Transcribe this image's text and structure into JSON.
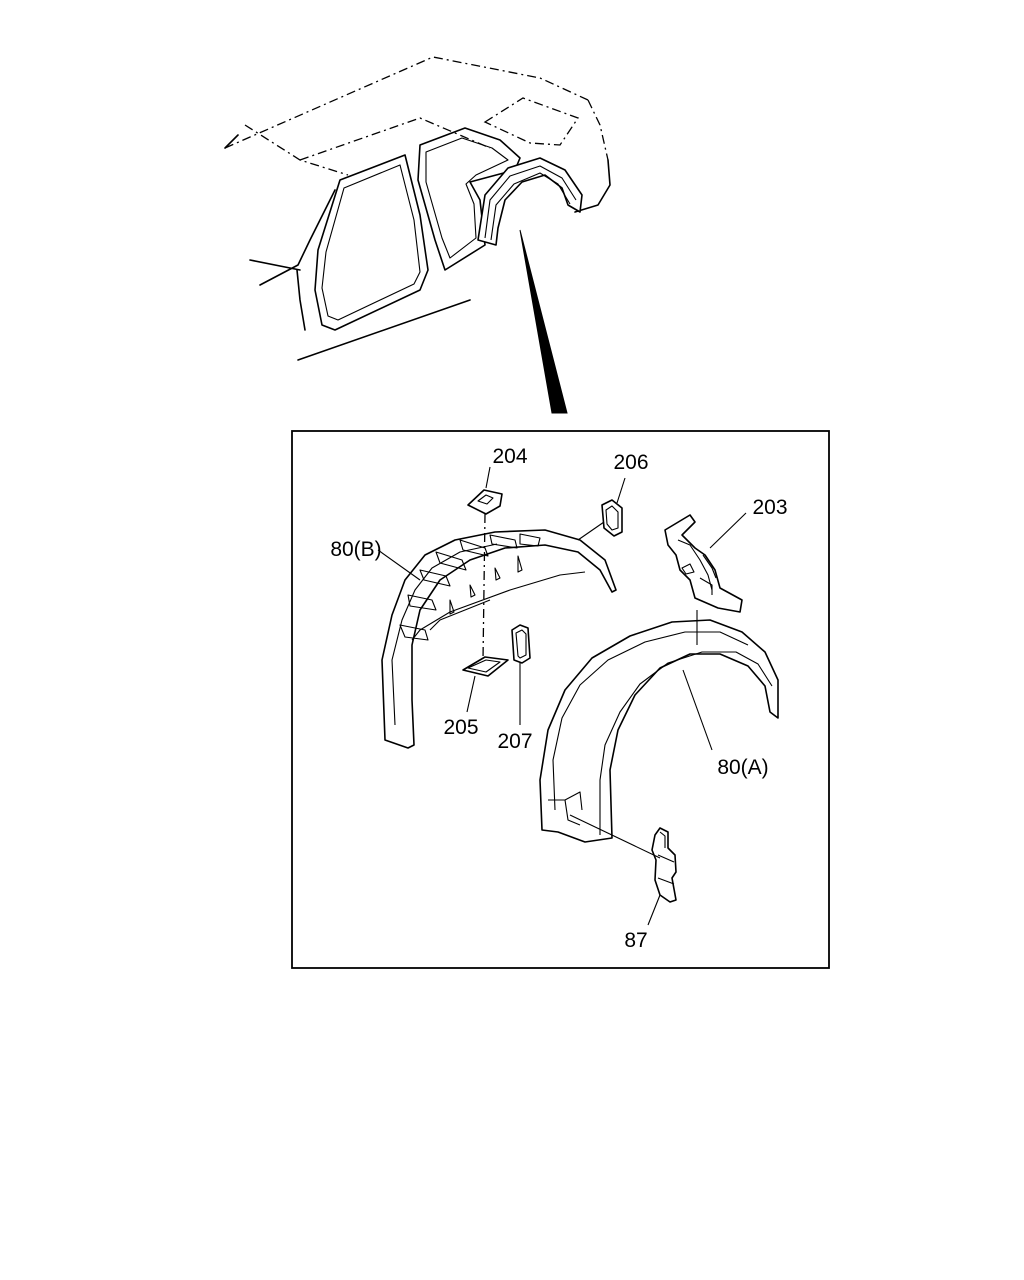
{
  "callouts": {
    "c204": "204",
    "c206": "206",
    "c203": "203",
    "c80b": "80(B)",
    "c205": "205",
    "c207": "207",
    "c80a": "80(A)",
    "c87": "87"
  }
}
